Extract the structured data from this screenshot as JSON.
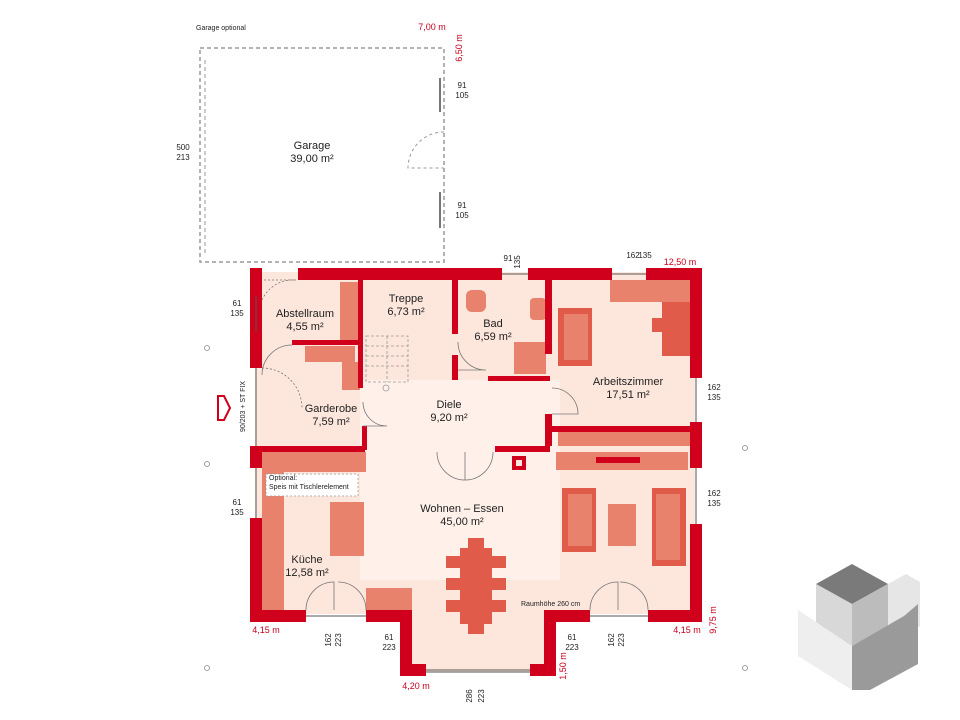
{
  "colors": {
    "wall": "#d0001c",
    "floor": "#fde6dc",
    "furniture": "#e8826c",
    "furniture_dark": "#e05b49",
    "dashed": "#9a9a9a",
    "dim_red": "#c8001e",
    "logo_gray": "#8a8a8a"
  },
  "garage": {
    "optional_label": "Garage optional",
    "name": "Garage",
    "area": "39,00 m²",
    "width_top": "7,00 m",
    "depth_side": "6,50 m",
    "door_dim": [
      "500",
      "213"
    ],
    "window_top": [
      "91",
      "105"
    ],
    "window_bottom": [
      "91",
      "105"
    ]
  },
  "rooms": {
    "abstellraum": {
      "name": "Abstellraum",
      "area": "4,55 m²"
    },
    "treppe": {
      "name": "Treppe",
      "area": "6,73 m²"
    },
    "bad": {
      "name": "Bad",
      "area": "6,59 m²"
    },
    "arbeitszimmer": {
      "name": "Arbeitszimmer",
      "area": "17,51 m²"
    },
    "garderobe": {
      "name": "Garderobe",
      "area": "7,59 m²"
    },
    "diele": {
      "name": "Diele",
      "area": "9,20 m²"
    },
    "wohnen": {
      "name": "Wohnen – Essen",
      "area": "45,00 m²"
    },
    "kueche": {
      "name": "Küche",
      "area": "12,58 m²"
    }
  },
  "notes": {
    "kueche_optional_1": "Optional:",
    "kueche_optional_2": "Speis mit Tischlerelement",
    "raumhoehe": "Raumhöhe 260 cm",
    "entrance_door": "90/203 + ST FIX"
  },
  "dimensions": {
    "total_width": "12,50 m",
    "total_depth": "9,75 m",
    "left_bottom": "4,15 m",
    "right_bottom": "4,15 m",
    "bay_width": "4,20 m",
    "bay_depth": "1,50 m",
    "bad_window": [
      "91",
      "135"
    ],
    "arbeitszimmer_top_window": [
      "162",
      "135"
    ],
    "arbeitszimmer_side_window": [
      "162",
      "135"
    ],
    "wohnen_side_window": [
      "162",
      "135"
    ],
    "abstellraum_window": [
      "61",
      "135"
    ],
    "kueche_window": [
      "61",
      "135"
    ],
    "kueche_door": [
      "162",
      "223"
    ],
    "bay_left_window": [
      "61",
      "223"
    ],
    "bay_right_window": [
      "61",
      "223"
    ],
    "bay_front_window": [
      "286",
      "223"
    ],
    "wohnen_door": [
      "162",
      "223"
    ]
  }
}
